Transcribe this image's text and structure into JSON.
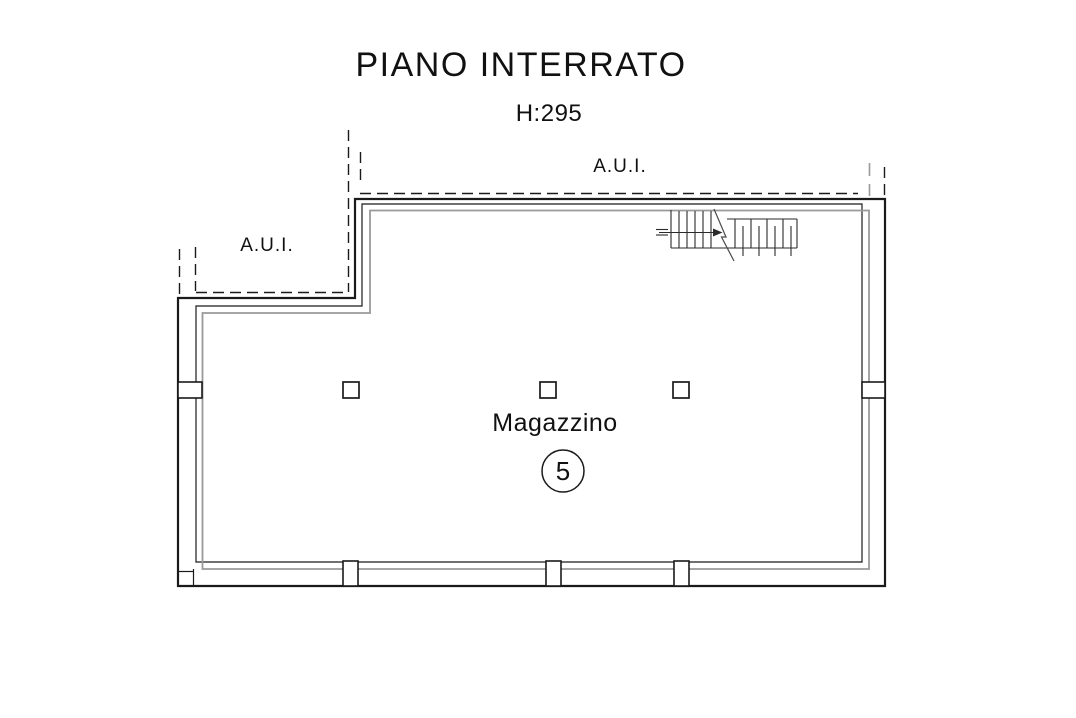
{
  "plan": {
    "title": "PIANO INTERRATO",
    "height_note": "H:295",
    "aui_top": "A.U.I.",
    "aui_left": "A.U.I.",
    "room": {
      "name": "Magazzino",
      "number": "5"
    }
  },
  "colors": {
    "background": "#ffffff",
    "wall_line": "#1a1a1a",
    "finish_line": "#9a9a9a",
    "text": "#111111"
  }
}
